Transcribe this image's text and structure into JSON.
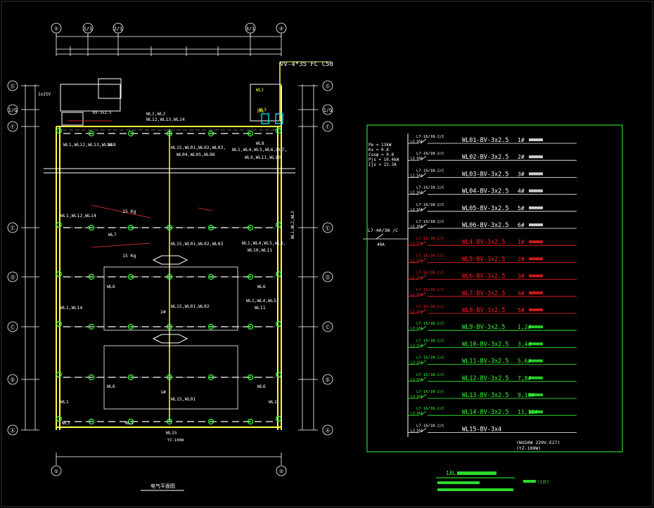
{
  "plan": {
    "axis_cols": [
      "①",
      "1/1",
      "2/1",
      "3/1",
      "②"
    ],
    "axis_rows": [
      "Ⓖ",
      "1/G",
      "Ⓕ",
      "Ⓔ",
      "Ⓓ",
      "Ⓒ",
      "Ⓑ",
      "Ⓐ"
    ],
    "feeder_label": "VV-4*35 FC C50",
    "panel_tag": "1AL",
    "labels": {
      "f_top": "WL1,WL2",
      "f_top2": "WL12,WL13,WL14",
      "f_left": "WL1,WL12,WL13,WL14",
      "f_wl8": "WL8",
      "f_mid": "WL15,WL01,WL02,WL03,",
      "f_mid2": "WL04,WL05,WL06",
      "f_right": "WL1,WL4,WL5,WL6,WL7,",
      "f_right2": "WL9,WL11,WL10",
      "f_wl8b": "WL8",
      "e_left": "WL1,WL12,WL14",
      "e_wl7": "WL7",
      "e_mid": "WL15,WL01,WL02,WL03",
      "e_right": "WL1,WL4,WL5,WL6,",
      "e_right2": "WL10,WL11",
      "d_wl6": "WL6",
      "d_wl6b": "WL6",
      "c_left": "WL1,WL14",
      "c_mid": "WL15,WL01,WL02",
      "c_right": "WL1,WL4,WL5,",
      "c_right2": "WL11",
      "b_wl6": "WL6",
      "b_wl6b": "WL6",
      "b_mid": "WL15,WL01",
      "a_wl1": "WL1",
      "a_wl1b": "WL1",
      "a_wl1c": "WL1",
      "a_wl1d": "WL1",
      "wl15": "WL15",
      "yz": "YZ-100W",
      "lamp_note": "15 Kg",
      "lamp_note2": "15 Kg",
      "bv": "BV-3x2.5",
      "left_label": "1x25V",
      "room2": "2#",
      "room1": "1#",
      "wl2": "WL2",
      "wl3": "WL3",
      "vert_note": "WL1,WL2,WL3",
      "plan_title": "电气平面图"
    }
  },
  "schedule": {
    "params": [
      "Pe = 13kW",
      "Kx = 0.8",
      "Cosφ = 0.8",
      "Pjs = 10.4kW",
      "Ijs = 22.3A"
    ],
    "main_breaker": "L7-40/3N /C",
    "main_rating": "40A",
    "circuits": [
      {
        "breaker": "L7-16/1N-2/C",
        "rating": "16A",
        "phase": "L1",
        "wl": "WL01-BV-3x2.5",
        "num": "1#",
        "color": "#ffffff"
      },
      {
        "breaker": "L7-16/1N-2/C",
        "rating": "16A",
        "phase": "L1",
        "wl": "WL02-BV-3x2.5",
        "num": "2#",
        "color": "#ffffff"
      },
      {
        "breaker": "L7-16/1N-2/C",
        "rating": "16A",
        "phase": "L1",
        "wl": "WL03-BV-3x2.5",
        "num": "3#",
        "color": "#ffffff"
      },
      {
        "breaker": "L7-16/1N-2/C",
        "rating": "16A",
        "phase": "L1",
        "wl": "WL04-BV-3x2.5",
        "num": "4#",
        "color": "#ffffff"
      },
      {
        "breaker": "L7-16/1N-2/C",
        "rating": "16A",
        "phase": "L1",
        "wl": "WL05-BV-3x2.5",
        "num": "5#",
        "color": "#ffffff"
      },
      {
        "breaker": "L7-16/1N-2/C",
        "rating": "16A",
        "phase": "L1",
        "wl": "WL06-BV-3x2.5",
        "num": "6#",
        "color": "#ffffff"
      },
      {
        "breaker": "L7-16/1N-2/C",
        "rating": "16A",
        "phase": "L2",
        "wl": "WL4-BV-3x2.5",
        "num": "1#",
        "color": "#ff2020"
      },
      {
        "breaker": "L7-16/1N-2/C",
        "rating": "16A",
        "phase": "L2",
        "wl": "WL5-BV-3x2.5",
        "num": "2#",
        "color": "#ff2020"
      },
      {
        "breaker": "L7-16/1N-2/C",
        "rating": "16A",
        "phase": "L2",
        "wl": "WL6-BV-3x2.5",
        "num": "3#",
        "color": "#ff2020"
      },
      {
        "breaker": "L7-16/1N-2/C",
        "rating": "16A",
        "phase": "L2",
        "wl": "WL7-BV-3x2.5",
        "num": "4#",
        "color": "#ff2020"
      },
      {
        "breaker": "L7-16/1N-2/C",
        "rating": "16A",
        "phase": "L2",
        "wl": "WL8-BV-3x2.5",
        "num": "5#",
        "color": "#ff2020"
      },
      {
        "breaker": "L7-16/1N-2/C",
        "rating": "16A",
        "phase": "L3",
        "wl": "WL9-BV-3x2.5",
        "num": "1,2#",
        "color": "#33ff33"
      },
      {
        "breaker": "L7-16/1N-2/C",
        "rating": "16A",
        "phase": "L3",
        "wl": "WL10-BV-3x2.5",
        "num": "3,4#",
        "color": "#33ff33"
      },
      {
        "breaker": "L7-16/1N-2/C",
        "rating": "16A",
        "phase": "L3",
        "wl": "WL11-BV-3x2.5",
        "num": "5,6#",
        "color": "#33ff33"
      },
      {
        "breaker": "L7-16/1N-2/C",
        "rating": "16A",
        "phase": "L3",
        "wl": "WL12-BV-3x2.5",
        "num": "7,8#",
        "color": "#33ff33"
      },
      {
        "breaker": "L7-16/1N-2/C",
        "rating": "16A",
        "phase": "L3",
        "wl": "WL13-BV-3x2.5",
        "num": "9,10#",
        "color": "#33ff33"
      },
      {
        "breaker": "L7-16/1N-2/C",
        "rating": "16A",
        "phase": "L3",
        "wl": "WL14-BV-3x2.5",
        "num": "11,12#",
        "color": "#33ff33"
      },
      {
        "breaker": "L7-16/1N-2/C",
        "rating": "16A",
        "phase": "L3",
        "wl": "WL15-BV-3x4",
        "num": "",
        "color": "#ffffff"
      }
    ],
    "footer1": "(NG50W 220V-E27)",
    "footer2": "(YZ-100W)",
    "title_tag": "1AL",
    "title_sub": "(1台)"
  }
}
